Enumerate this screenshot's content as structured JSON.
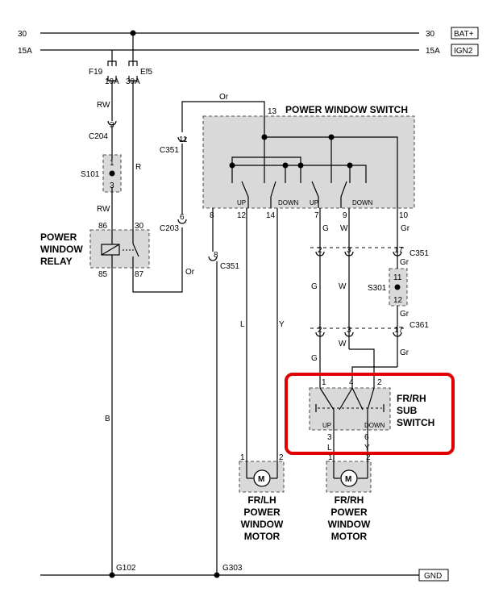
{
  "rails": {
    "bat_left": "30",
    "bat_right": "30",
    "bat_tag": "BAT+",
    "ign_left": "15A",
    "ign_right": "15A",
    "ign_tag": "IGN2",
    "gnd_tag": "GND"
  },
  "fuses": {
    "f19": "F19",
    "f19_amp": "10A",
    "ef5": "Ef5",
    "ef5_amp": "30A"
  },
  "wires": {
    "rw": "RW",
    "r": "R",
    "or": "Or",
    "b": "B",
    "l": "L",
    "y": "Y",
    "g": "G",
    "w": "W",
    "gr": "Gr"
  },
  "connectors": {
    "c204": "C204",
    "c351": "C351",
    "c203": "C203",
    "c361": "C361",
    "s101": "S101",
    "s301": "S301",
    "g102": "G102",
    "g303": "G303"
  },
  "pins": {
    "p1": "1",
    "p2": "2",
    "p3": "3",
    "p4": "4",
    "p6": "6",
    "p7": "7",
    "p8": "8",
    "p9": "9",
    "p10": "10",
    "p11": "11",
    "p12": "12",
    "p13": "13",
    "p14": "14",
    "p17": "17",
    "p30": "30",
    "p85": "85",
    "p86": "86",
    "p87": "87"
  },
  "switch_labels": {
    "up": "UP",
    "down": "DOWN"
  },
  "components": {
    "power_window_switch": "POWER WINDOW SWITCH",
    "relay_line1": "POWER",
    "relay_line2": "WINDOW",
    "relay_line3": "RELAY",
    "sub_switch_line1": "FR/RH",
    "sub_switch_line2": "SUB",
    "sub_switch_line3": "SWITCH",
    "motor_symbol": "M",
    "lh_motor_line1": "FR/LH",
    "lh_motor_line2": "POWER",
    "lh_motor_line3": "WINDOW",
    "lh_motor_line4": "MOTOR",
    "rh_motor_line1": "FR/RH",
    "rh_motor_line2": "POWER",
    "rh_motor_line3": "WINDOW",
    "rh_motor_line4": "MOTOR"
  }
}
